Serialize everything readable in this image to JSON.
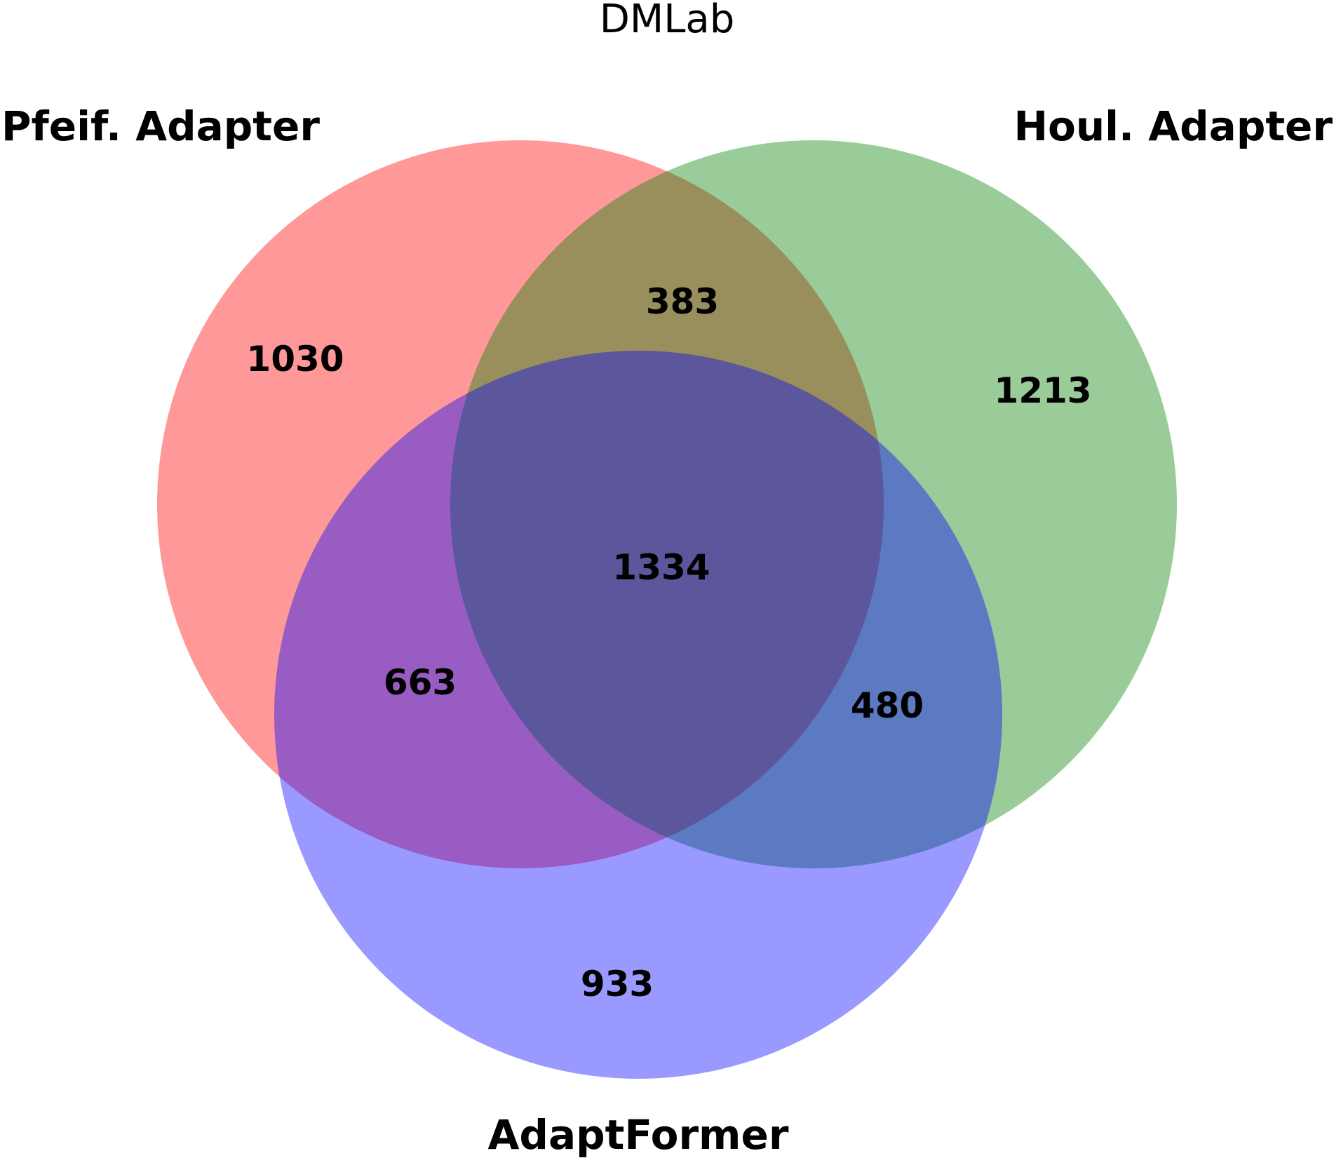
{
  "title": "DMLab",
  "sets": [
    {
      "name": "Pfeif. Adapter",
      "color": "#ff0000",
      "color_rendered": "#ff9999"
    },
    {
      "name": "Houl. Adapter",
      "color": "#008000",
      "color_rendered": "#99cc99"
    },
    {
      "name": "AdaptFormer",
      "color": "#0000ff",
      "color_rendered": "#9999ff"
    }
  ],
  "regions": {
    "pfeif_only": "1030",
    "houl_only": "1213",
    "adaptformer_only": "933",
    "pfeif_houl": "383",
    "pfeif_adaptformer": "663",
    "houl_adaptformer": "480",
    "all_three": "1334"
  }
}
